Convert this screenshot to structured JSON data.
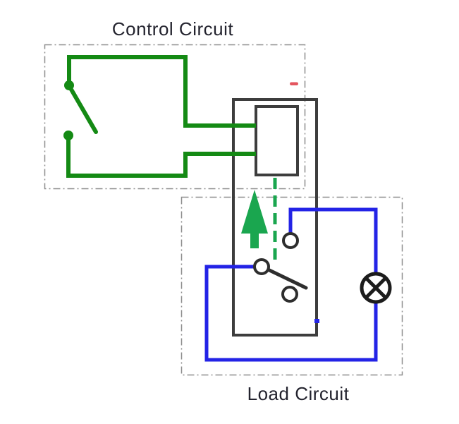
{
  "diagram": {
    "control_circuit": {
      "label": "Control Circuit"
    },
    "load_circuit": {
      "label": "Load Circuit"
    },
    "components": {
      "control_switch": "open-switch",
      "relay_coil": "coil-box",
      "relay_contacts": "spdt-contact",
      "lamp": "lamp-cross-circle",
      "actuation_arrow": "up-arrow"
    },
    "colors": {
      "control_wire": "#148a14",
      "actuation_green": "#1aa64f",
      "load_wire": "#2323e6",
      "relay_stroke": "#3d3d3d",
      "contact_stroke": "#2e2e2e",
      "lamp_stroke": "#1c1c1c",
      "boundary": "#8d8d8d",
      "label_text": "#23232e",
      "polarity_mark": "#e4565f",
      "background": "#ffffff"
    }
  }
}
